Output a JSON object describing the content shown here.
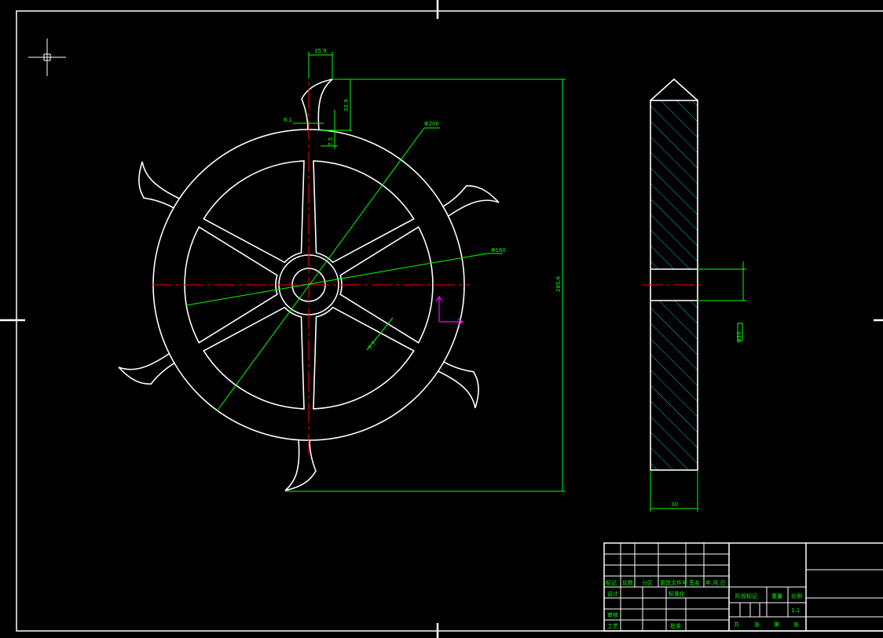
{
  "colors": {
    "background": "#000000",
    "outline": "#ffffff",
    "dimension": "#00ff00",
    "centerline": "#ff0000",
    "hatch": "#00bcd4",
    "ucs": "#ff00ff"
  },
  "drawing": {
    "dims": {
      "tooth_width": "15.9",
      "tooth_height": "32.9",
      "left_offset": "6.1",
      "small_gap": "7.5",
      "outer_diameter": "Φ200",
      "inner_diameter": "Φ160",
      "overall_height": "285.6",
      "spoke_width": "7.7",
      "thickness": "30",
      "bore": "Φ30"
    }
  },
  "title_block": {
    "row_labels": [
      "标记",
      "处数",
      "分区",
      "更改文件号",
      "签名",
      "年.月.日"
    ],
    "design": "设计",
    "standardize": "标准化",
    "review": "审核",
    "process": "工艺",
    "approve": "批准",
    "stage_mark": "阶段标记",
    "weight": "重量",
    "scale_label": "比例",
    "scale_value": "1:1",
    "sheets_total": "共",
    "sheets_unit": "张",
    "sheet_no": "第",
    "sheet_unit": "张"
  }
}
